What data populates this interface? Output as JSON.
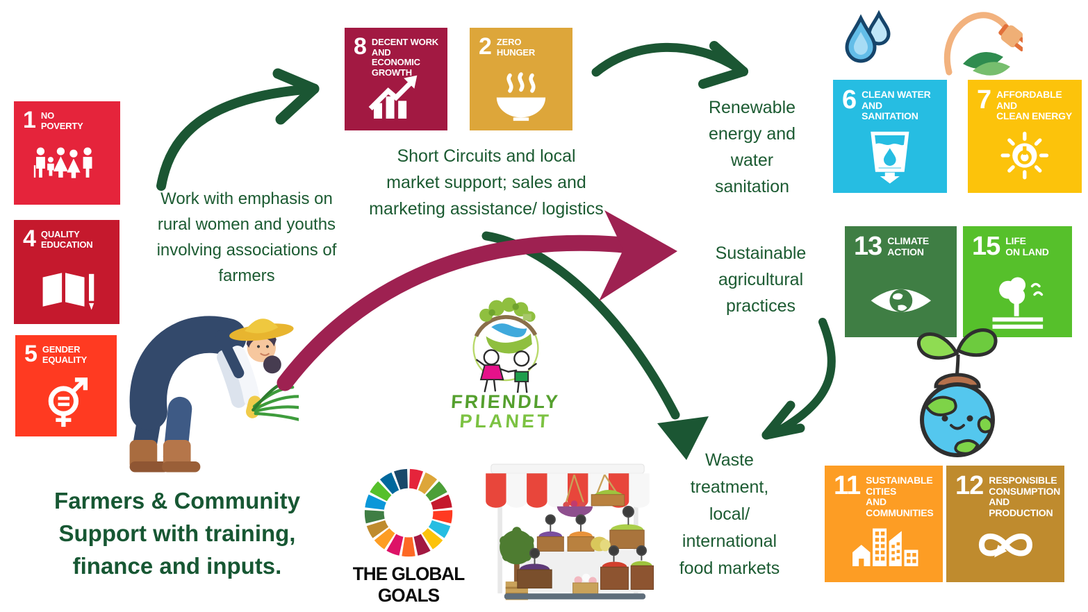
{
  "annotations": {
    "work_emphasis": "Work with emphasis on\nrural women and youths\ninvolving associations of\nfarmers",
    "short_circuits": "Short Circuits and local\nmarket support; sales and\nmarketing assistance/ logistics",
    "renewable": "Renewable\nenergy and\nwater\nsanitation",
    "sustainable": "Sustainable\nagricultural\npractices",
    "waste": "Waste\ntreatment,\nlocal/\ninternational\nfood markets",
    "farmers_support": "Farmers & Community\nSupport with training,\nfinance and inputs."
  },
  "sdg_tiles": [
    {
      "number": "1",
      "title": "NO\nPOVERTY",
      "color": "#E5243B",
      "icon": "family-icon"
    },
    {
      "number": "4",
      "title": "QUALITY\nEDUCATION",
      "color": "#C5192D",
      "icon": "book-icon"
    },
    {
      "number": "5",
      "title": "GENDER\nEQUALITY",
      "color": "#FF3A21",
      "icon": "gender-equality-icon"
    },
    {
      "number": "8",
      "title": "DECENT WORK AND\nECONOMIC GROWTH",
      "color": "#A21942",
      "icon": "growth-chart-icon"
    },
    {
      "number": "2",
      "title": "ZERO\nHUNGER",
      "color": "#DDA63A",
      "icon": "food-bowl-icon"
    },
    {
      "number": "6",
      "title": "CLEAN WATER\nAND SANITATION",
      "color": "#26BDE2",
      "icon": "water-glass-icon"
    },
    {
      "number": "7",
      "title": "AFFORDABLE AND\nCLEAN ENERGY",
      "color": "#FCC30B",
      "icon": "sun-power-icon"
    },
    {
      "number": "13",
      "title": "CLIMATE\nACTION",
      "color": "#3F7E44",
      "icon": "eye-globe-icon"
    },
    {
      "number": "15",
      "title": "LIFE\nON LAND",
      "color": "#56C02B",
      "icon": "tree-icon"
    },
    {
      "number": "11",
      "title": "SUSTAINABLE CITIES\nAND COMMUNITIES",
      "color": "#FD9D24",
      "icon": "city-icon"
    },
    {
      "number": "12",
      "title": "RESPONSIBLE\nCONSUMPTION\nAND PRODUCTION",
      "color": "#BF8B2E",
      "icon": "infinity-icon"
    }
  ],
  "logos": {
    "friendly_planet": {
      "line1": "FRIENDLY",
      "line2": "PLANET"
    },
    "global_goals": {
      "label": "THE GLOBAL GOALS",
      "ring_colors": [
        "#E5243B",
        "#DDA63A",
        "#4C9F38",
        "#C5192D",
        "#FF3A21",
        "#26BDE2",
        "#FCC30B",
        "#A21942",
        "#FD6925",
        "#DD1367",
        "#FD9D24",
        "#BF8B2E",
        "#3F7E44",
        "#0A97D9",
        "#56C02B",
        "#00689D",
        "#19486A"
      ]
    }
  },
  "colors": {
    "text_green": "#1C5B32",
    "arrow_green": "#1B5633",
    "arrow_maroon": "#9E2151"
  }
}
